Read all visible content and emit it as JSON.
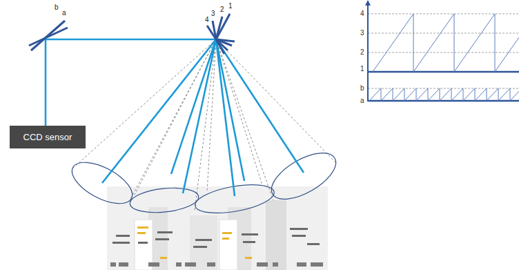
{
  "diagram": {
    "nodes": [
      {
        "text": [
          "CCD sensor"
        ]
      }
    ],
    "labels": [
      "b",
      "a",
      "1",
      "2",
      "3",
      "4",
      "4",
      "3",
      "2",
      "1",
      "b",
      "a"
    ]
  }
}
